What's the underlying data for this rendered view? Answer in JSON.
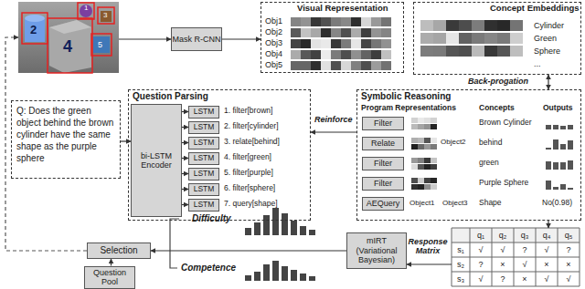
{
  "diagram": {
    "nodes": [
      {
        "text": [
          "1",
          "2",
          "3",
          "4",
          "5"
        ]
      },
      {
        "text": [
          "Mask R-CNN"
        ]
      },
      {
        "text": [
          "Visual Representation",
          "Obj1",
          "Obj2",
          "Obj3",
          "Obj4",
          "Obj5"
        ]
      },
      {
        "text": [
          "Concept Embeddings",
          "Cylinder",
          "Green",
          "Sphere",
          "..."
        ]
      },
      {
        "text": [
          "Q: Does the green object behind the brown cylinder have the same shape as the purple sphere"
        ]
      },
      {
        "text": [
          "Question Parsing"
        ]
      },
      {
        "text": [
          "bi-LSTM Encoder"
        ],
        "in": 5
      },
      {
        "text": [
          "LSTM"
        ],
        "in": 5
      },
      {
        "text": [
          "LSTM"
        ],
        "in": 5
      },
      {
        "text": [
          "LSTM"
        ],
        "in": 5
      },
      {
        "text": [
          "LSTM"
        ],
        "in": 5
      },
      {
        "text": [
          "LSTM"
        ],
        "in": 5
      },
      {
        "text": [
          "LSTM"
        ],
        "in": 5
      },
      {
        "text": [
          "LSTM"
        ],
        "in": 5
      },
      {
        "text": [
          "Symbolic Reasoning"
        ]
      },
      {
        "text": [
          "Filter"
        ],
        "in": 14
      },
      {
        "text": [
          "Relate"
        ],
        "in": 14
      },
      {
        "text": [
          "Filter"
        ],
        "in": 14
      },
      {
        "text": [
          "Filter"
        ],
        "in": 14
      },
      {
        "text": [
          "AEQuery"
        ],
        "in": 14
      },
      {
        "text": [
          "q₁",
          "q₂",
          "q₃",
          "q₄",
          "q₅",
          "s₁",
          "√",
          "√",
          "?",
          "√",
          "?",
          "s₂",
          "?",
          "×",
          "√",
          "×",
          "×",
          "s₃",
          "√",
          "?",
          "×",
          "√",
          "√"
        ]
      },
      {
        "text": [
          "mIRT (Variational Bayesian)"
        ]
      },
      {
        "text": [
          "Selection"
        ]
      },
      {
        "text": [
          "Question Pool"
        ]
      }
    ],
    "edges": [
      {
        "from": 0,
        "to": 1,
        "arrow": "to"
      },
      {
        "from": 1,
        "to": 2,
        "arrow": "to"
      },
      {
        "from": 3,
        "to": 14,
        "label": "Back-progation",
        "arrow": "both"
      },
      {
        "from": 4,
        "to": 6,
        "arrow": "to"
      },
      {
        "from": 6,
        "to": 7,
        "arrow": "to"
      },
      {
        "from": 6,
        "to": 8,
        "arrow": "to"
      },
      {
        "from": 6,
        "to": 9,
        "arrow": "to"
      },
      {
        "from": 6,
        "to": 10,
        "arrow": "to"
      },
      {
        "from": 6,
        "to": 11,
        "arrow": "to"
      },
      {
        "from": 6,
        "to": 12,
        "arrow": "to"
      },
      {
        "from": 6,
        "to": 13,
        "arrow": "to"
      },
      {
        "from": 14,
        "to": 5,
        "label": "Reinforce",
        "arrow": "to"
      },
      {
        "from": 14,
        "to": 20,
        "arrow": "to"
      },
      {
        "from": 20,
        "to": 21,
        "label": "Response Matrix",
        "arrow": "to"
      },
      {
        "from": 21,
        "to": 22,
        "arrow": "to"
      },
      {
        "from": 23,
        "to": 22,
        "arrow": "to"
      },
      {
        "from": 22,
        "to": 0,
        "arrow": "to"
      }
    ],
    "labels": [
      "Program Representations",
      "Concepts",
      "Outputs",
      "1. filter[brown]",
      "2. filter[cylinder]",
      "3. relate[behind]",
      "4. filter[green]",
      "5. filter[purple]",
      "6. filter[sphere]",
      "7. query[shape]",
      "Object2",
      "Brown Cylinder",
      "behind",
      "green",
      "Purple Sphere",
      "Object1",
      "Object3",
      "Shape",
      "No(0.98)",
      "Difficulty",
      "Competence"
    ]
  }
}
